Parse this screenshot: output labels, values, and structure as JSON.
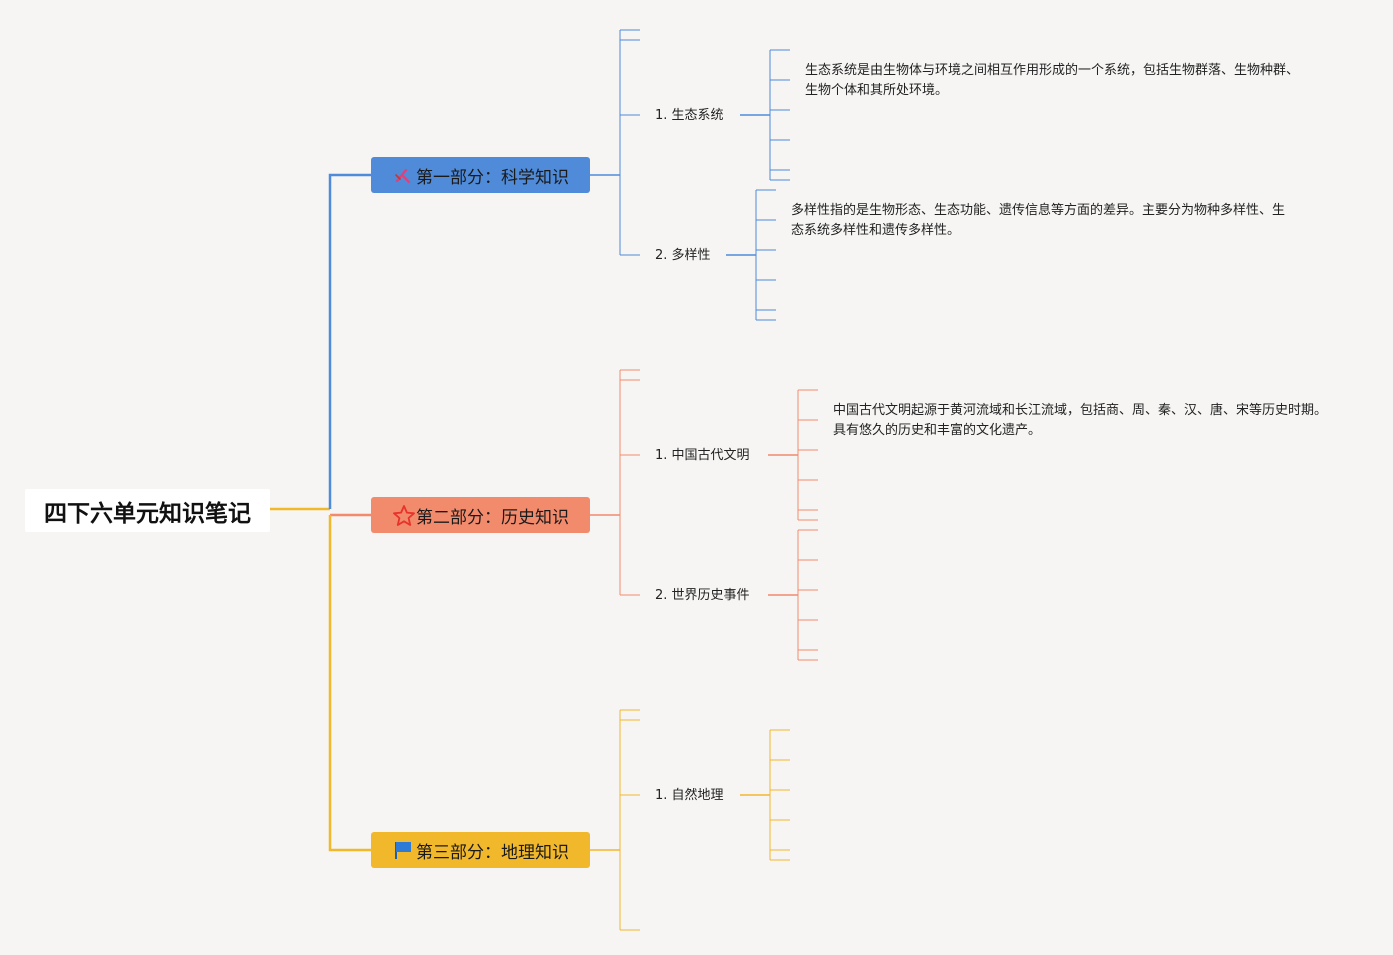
{
  "root": {
    "title": "四下六单元知识笔记"
  },
  "branches": [
    {
      "icon": "pencil-ruler-icon",
      "label": "第一部分：科学知识",
      "color": "#4f8bd9",
      "topics": [
        {
          "label": "1. 生态系统",
          "desc": "生态系统是由生物体与环境之间相互作用形成的一个系统，包括生物群落、生物种群、生物个体和其所处环境。"
        },
        {
          "label": "2. 多样性",
          "desc": "多样性指的是生物形态、生态功能、遗传信息等方面的差异。主要分为物种多样性、生态系统多样性和遗传多样性。"
        }
      ]
    },
    {
      "icon": "star-icon",
      "label": "第二部分：历史知识",
      "color": "#f28a6c",
      "topics": [
        {
          "label": "1. 中国古代文明",
          "desc": "中国古代文明起源于黄河流域和长江流域，包括商、周、秦、汉、唐、宋等历史时期。具有悠久的历史和丰富的文化遗产。"
        },
        {
          "label": "2. 世界历史事件",
          "desc": ""
        }
      ]
    },
    {
      "icon": "flag-icon",
      "label": "第三部分：地理知识",
      "color": "#f2b82c",
      "topics": [
        {
          "label": "1. 自然地理",
          "desc": ""
        }
      ]
    }
  ],
  "colors": {
    "background": "#f6f5f4",
    "root_line": "#f2b82c",
    "science": "#4f8bd9",
    "history": "#f28a6c",
    "geography": "#f2b82c"
  }
}
